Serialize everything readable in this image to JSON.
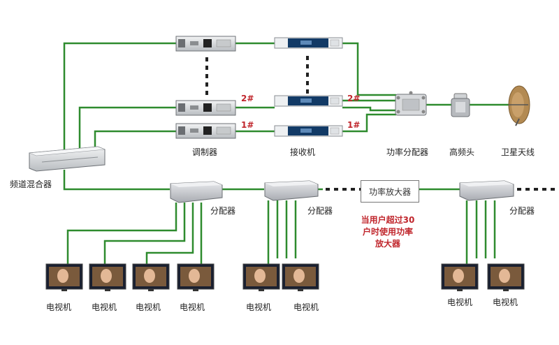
{
  "devices": {
    "modulator": "调制器",
    "receiver": "接收机",
    "power_divider": "功率分配器",
    "lnb": "高频头",
    "satellite_antenna": "卫星天线",
    "channel_mixer": "频道混合器",
    "splitter": "分配器",
    "power_amplifier": "功率放大器",
    "tv": "电视机"
  },
  "channel_marks": {
    "ch2": "2#",
    "ch1": "1#"
  },
  "note": {
    "line1": "当用户超过30",
    "line2": "户时使用功率",
    "line3": "放大器"
  },
  "colors": {
    "cable": "#2e8b2e",
    "note": "#c0262c",
    "rack_device": "#e2e4e6",
    "receiver_panel": "#123a66",
    "screen": "#1a2030"
  }
}
